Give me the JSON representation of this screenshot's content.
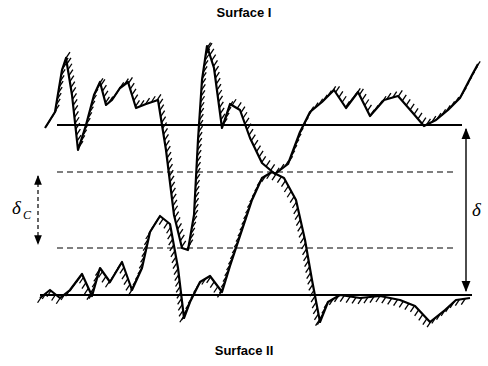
{
  "diagram": {
    "labels": [
      "Surface I",
      "δ",
      "C",
      "δ",
      "Surface II"
    ]
  }
}
